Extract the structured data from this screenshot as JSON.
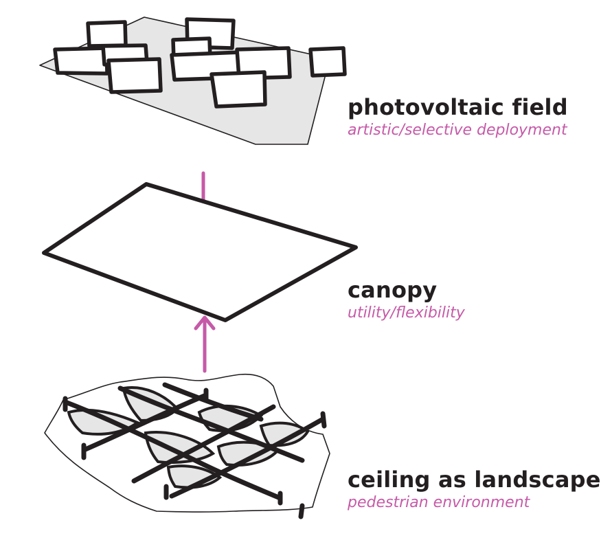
{
  "colors": {
    "ink": "#231f20",
    "accent": "#c65aa8",
    "fill": "#e6e6e6"
  },
  "layers": [
    {
      "title": "photovoltaic field",
      "subtitle": "artistic/selective deployment",
      "sketch": "ground plane with scattered panels"
    },
    {
      "title": "canopy",
      "subtitle": "utility/flexibility",
      "sketch": "flat canopy plane"
    },
    {
      "title": "ceiling as landscape",
      "subtitle": "pedestrian environment",
      "sketch": "waffle-grid ceiling structure"
    }
  ],
  "arrows": [
    {
      "direction": "down",
      "meaning": "photovoltaic field onto canopy"
    },
    {
      "direction": "up",
      "meaning": "ceiling as landscape onto canopy"
    }
  ]
}
